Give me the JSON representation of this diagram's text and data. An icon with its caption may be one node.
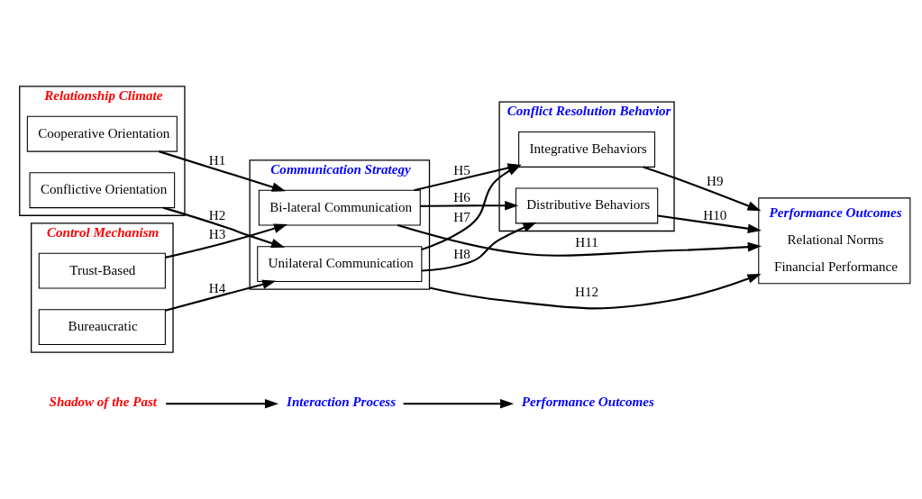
{
  "diagram": {
    "nodes": [
      {
        "text": [
          "Shadow of the Past"
        ]
      },
      {
        "text": [
          "Interaction Process"
        ]
      },
      {
        "text": [
          "Performance Outcomes"
        ]
      },
      {
        "text": [
          "Relationship Climate"
        ]
      },
      {
        "text": [
          "Cooperative Orientation"
        ],
        "in": 3
      },
      {
        "text": [
          "Conflictive Orientation"
        ],
        "in": 3
      },
      {
        "text": [
          "Control Mechanism"
        ]
      },
      {
        "text": [
          "Trust-Based"
        ],
        "in": 6
      },
      {
        "text": [
          "Bureaucratic"
        ],
        "in": 6
      },
      {
        "text": [
          "Communication Strategy"
        ]
      },
      {
        "text": [
          "Bi-lateral Communication"
        ],
        "in": 9
      },
      {
        "text": [
          "Unilateral Communication"
        ],
        "in": 9
      },
      {
        "text": [
          "Conflict Resolution Behavior"
        ]
      },
      {
        "text": [
          "Integrative Behaviors"
        ],
        "in": 12
      },
      {
        "text": [
          "Distributive Behaviors"
        ],
        "in": 12
      },
      {
        "text": [
          "Performance Outcomes",
          "Relational Norms",
          "Financial Performance"
        ]
      }
    ],
    "edges": [
      {
        "from": 0,
        "to": 1,
        "arrow": "to"
      },
      {
        "from": 1,
        "to": 2,
        "arrow": "to"
      },
      {
        "from": 4,
        "to": 10,
        "arrow": "to",
        "label": "H1"
      },
      {
        "from": 5,
        "to": 11,
        "arrow": "to",
        "label": "H2"
      },
      {
        "from": 7,
        "to": 10,
        "arrow": "to",
        "label": "H3"
      },
      {
        "from": 8,
        "to": 11,
        "arrow": "to",
        "label": "H4"
      },
      {
        "from": 10,
        "to": 13,
        "arrow": "to",
        "label": "H5"
      },
      {
        "from": 10,
        "to": 14,
        "arrow": "to",
        "label": "H6"
      },
      {
        "from": 11,
        "to": 13,
        "arrow": "to",
        "label": "H7"
      },
      {
        "from": 11,
        "to": 14,
        "arrow": "to",
        "label": "H8"
      },
      {
        "from": 13,
        "to": 15,
        "arrow": "to",
        "label": "H9"
      },
      {
        "from": 14,
        "to": 15,
        "arrow": "to",
        "label": "H10"
      },
      {
        "from": 10,
        "to": 15,
        "arrow": "to",
        "label": "H11"
      },
      {
        "from": 9,
        "to": 15,
        "arrow": "to",
        "label": "H12"
      }
    ]
  }
}
